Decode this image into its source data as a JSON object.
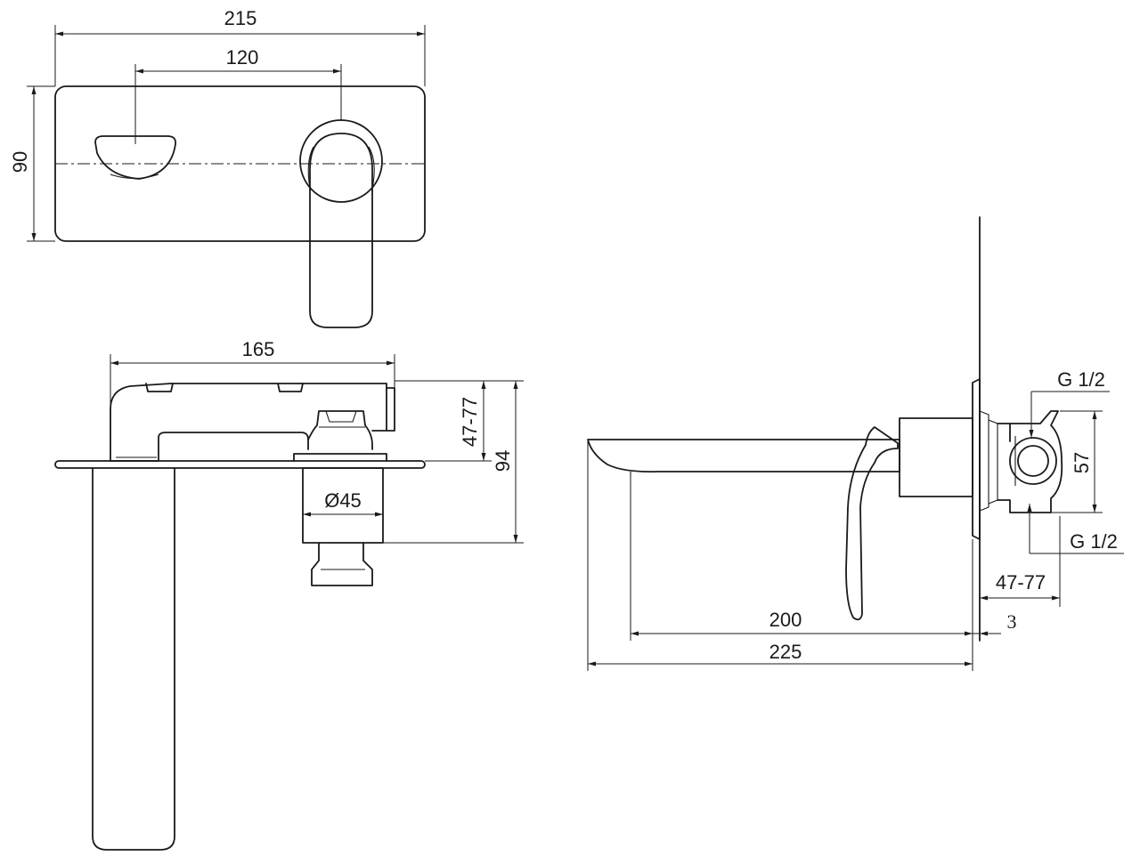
{
  "front_view": {
    "dim_width": "215",
    "dim_centers": "120",
    "dim_height": "90"
  },
  "top_view": {
    "dim_length": "165",
    "dim_adjust": "47-77",
    "dim_depth": "94",
    "dim_diameter": "Ø45"
  },
  "side_view": {
    "dim_thread_top": "G 1/2",
    "dim_thread_bottom": "G 1/2",
    "dim_spacing": "57",
    "dim_adjust": "47-77",
    "dim_plate": "3",
    "dim_projection": "200",
    "dim_overall": "225"
  }
}
